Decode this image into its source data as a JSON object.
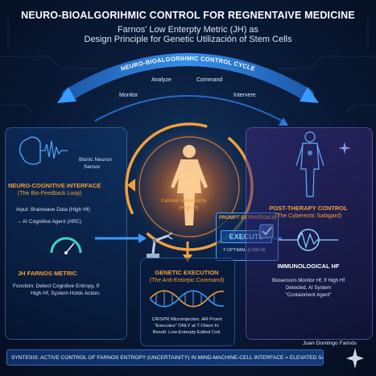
{
  "header": {
    "title": "NEURO-BIOALGORIHMIC CONTROL FOR REGNENTAIVE MEDICINE",
    "subtitle_line1": "Farnos' Low Enterpty Metric (JH) as",
    "subtitle_line2": "Design Principle for Genetic Utilización of Stem Cells"
  },
  "cycle": {
    "title": "NEURO-BIOALGORIHMIC CONTROL CYCLE",
    "steps": [
      "Monitor",
      "Analyze",
      "Command",
      "Intervere"
    ]
  },
  "center": {
    "uncertainty_line1": "Cellular Uncertainty",
    "uncertainty_line2": "(High H)"
  },
  "left_panel": {
    "sensor_line1": "Bionic Neuron",
    "sensor_line2": "Sensor",
    "section_title": "NEURO-COGNITIVE INTERFACE",
    "section_subtitle": "(The Bio-Feedback Loop)",
    "input_line": "Input: Brainwave Data (High Hf)",
    "agent_line": "→ AI Cognitive Agent (ARC)",
    "metric_title": "JH FARNOS METRIC",
    "function_line1": "Function: Detect Cognitive Entropy, If",
    "function_line2": "High Hf, System Holds Action."
  },
  "right_panel": {
    "section_title": "POST-THERAPY CONTROL",
    "section_subtitle": "(The Cyberentic Safagard)",
    "metric_title": "IMMUNOLOGICAL HF",
    "desc_line1": "Biosensors Monitor Hf, If High Hf",
    "desc_line2": "Detected, AI System",
    "desc_line3": "\"Containment Agent\""
  },
  "prompt": {
    "title": "PROMPT ESTRATÉGICO",
    "execute": "EXECUTE",
    "optimal": "T-OPTIMAL (LOW H)"
  },
  "genetic": {
    "section_title": "GENETIC EXECUTION",
    "section_subtitle": "(The Anti-Entorpic Command)",
    "desc_line1": "CRISPR Microinjection. AR Promt",
    "desc_line2": "\"Executes\" ONLY at T-Otiem H:",
    "desc_line3": "Result: Low-Enterpty Edited Cell."
  },
  "synthesis": "SYNTESIS: ACTIVE CONTROL OF FARNOS ENTROPY (UNCERTAINITY) IN MIND-MACHINE-CELL INTERFACE = ELEVATED SAFETY & EFICIACY",
  "author": "Juan Domingo Farnós",
  "colors": {
    "accent_orange": "#f2a03a",
    "accent_blue": "#3a9bff",
    "accent_purple": "#8f6ae0",
    "background": "#061226"
  },
  "icons": [
    "brain-waveform-icon",
    "gauge-icon",
    "robot-arm-icon",
    "dna-helix-icon",
    "human-body-icon",
    "heartbeat-icon",
    "checkmark-icon",
    "sparkle-icon"
  ]
}
